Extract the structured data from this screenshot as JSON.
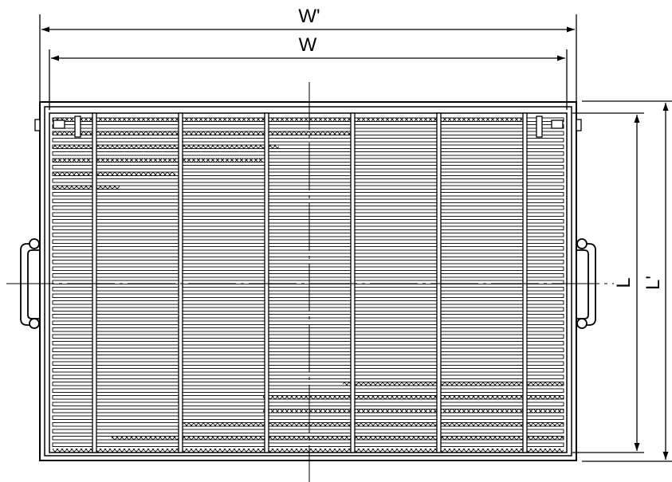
{
  "dimensions": {
    "outer_width_label": "W'",
    "inner_width_label": "W",
    "inner_length_label": "L",
    "outer_length_label": "L'"
  },
  "colors": {
    "line": "#000000",
    "background": "#ffffff"
  }
}
